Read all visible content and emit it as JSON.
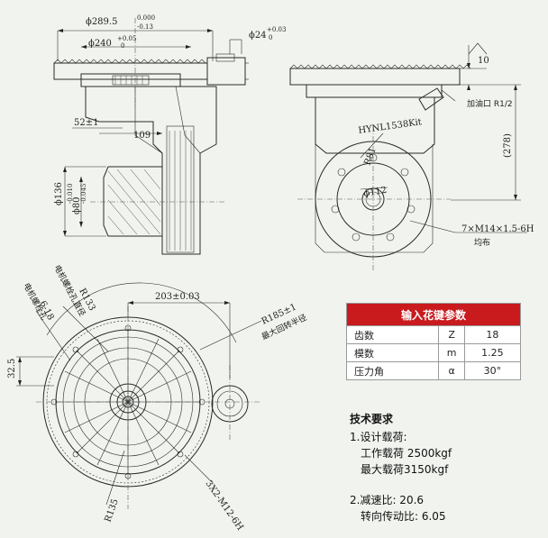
{
  "dimensions": {
    "d289": "ϕ289.5",
    "d289_tol_upper": "0.000",
    "d289_tol_lower": "-0.13",
    "d240": "ϕ240",
    "d240_tol_upper": "+0.05",
    "d240_tol_lower": "0",
    "d24": "ϕ24",
    "d24_tol_upper": "+0.03",
    "d24_tol_lower": "0",
    "len52": "52±1",
    "len109": "109",
    "d136": "ϕ136",
    "d80": "ϕ80",
    "d80_tol_upper": "-0.010",
    "d80_tol_lower": "-0.045",
    "height10": "10",
    "height278": "(278)",
    "r81": "R81",
    "d112": "ϕ112",
    "len203": "203±0.03",
    "r185": "R185±1",
    "r133": "R133",
    "r135": "R135",
    "len32": "32.5",
    "mount_holes_angle": "6-18"
  },
  "annotations": {
    "oil_port": "加油口 R1/2",
    "model": "HYNL1538Kit",
    "bolt_holes": "7×M14×1.5-6H",
    "bolt_holes_note": "均布",
    "max_radius": "最大回转半径",
    "motor_bolt_circle": "电机螺栓孔直径",
    "motor_bolt_hole": "电机螺栓孔",
    "bottom_holes": "3X2-M12-6H"
  },
  "param_table": {
    "title": "输入花键参数",
    "rows": [
      {
        "name": "齿数",
        "symbol": "Z",
        "value": "18"
      },
      {
        "name": "模数",
        "symbol": "m",
        "value": "1.25"
      },
      {
        "name": "压力角",
        "symbol": "α",
        "value": "30°"
      }
    ]
  },
  "tech": {
    "title": "技术要求",
    "item1": "1.设计载荷:",
    "item1a": "工作载荷 2500kgf",
    "item1b": "最大载荷3150kgf",
    "item2": "2.减速比: 20.6",
    "item2a": "转向传动比: 6.05"
  }
}
